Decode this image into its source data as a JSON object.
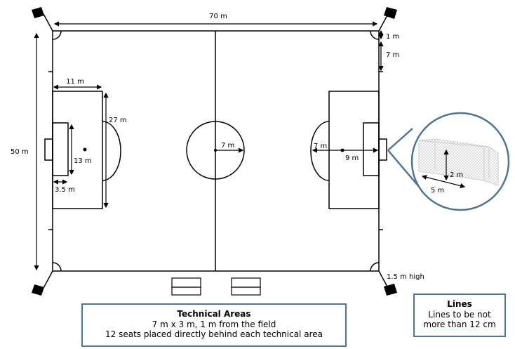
{
  "dimensions": {
    "length": "70 m",
    "width": "50 m",
    "corner_offset_1": "1 m",
    "corner_offset_7": "7 m",
    "penalty_depth": "11 m",
    "penalty_width": "27 m",
    "goal_area_width": "13 m",
    "goal_area_depth": "3.5 m",
    "center_circle_radius": "7 m",
    "penalty_arc_radius": "7 m",
    "penalty_spot_distance": "9 m",
    "flag_height": "1.5 m high"
  },
  "goal_detail": {
    "height": "2 m",
    "width": "5 m"
  },
  "technical_areas": {
    "title": "Technical Areas",
    "line1": "7 m x 3 m, 1 m from the field",
    "line2": "12 seats placed directly behind each technical area"
  },
  "lines": {
    "title": "Lines",
    "line1": "Lines to be not",
    "line2": "more than 12 cm"
  },
  "colors": {
    "field_line": "#000000",
    "box_border": "#4e7694",
    "circle_border": "#4e7694"
  }
}
